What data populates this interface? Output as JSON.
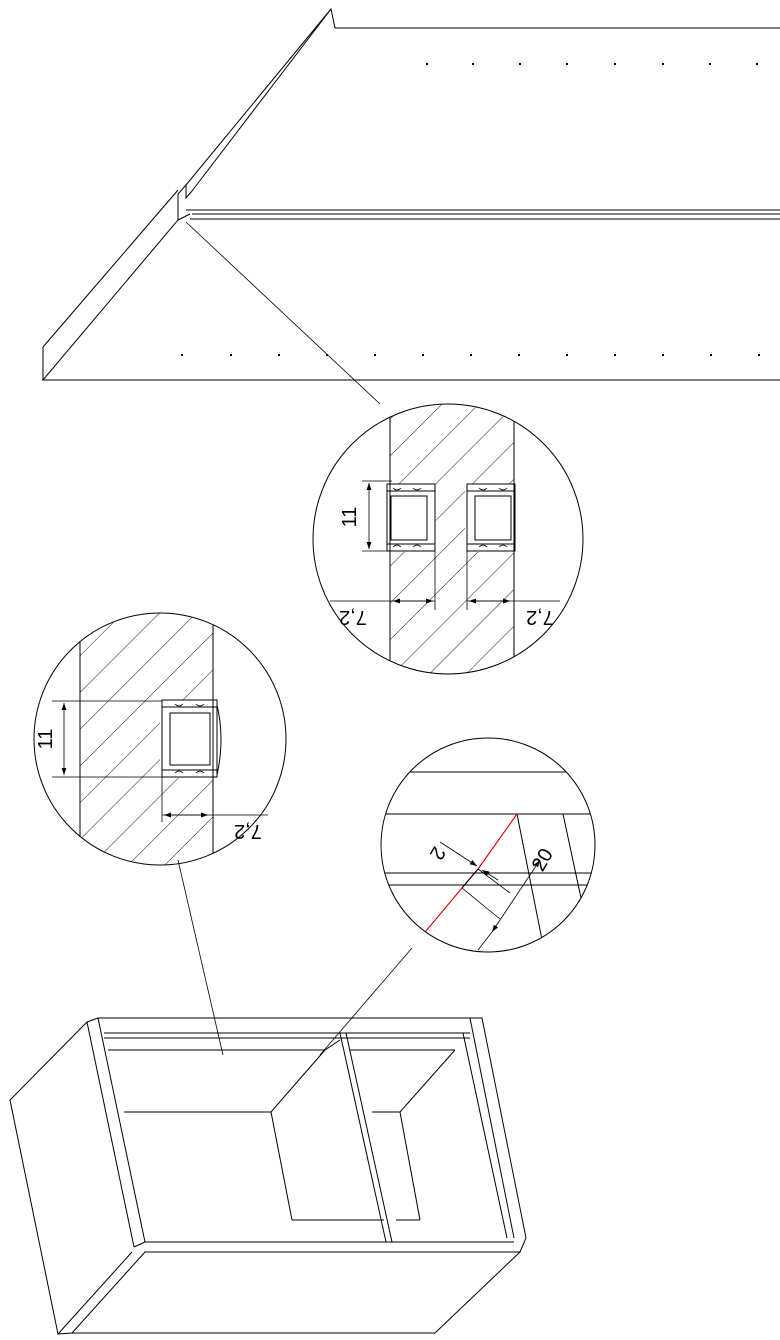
{
  "drawing": {
    "dimensions": {
      "detail_a_height": "11",
      "detail_a_left_offset": "7,2",
      "detail_a_right_offset": "7,2",
      "detail_b_height": "11",
      "detail_b_offset": "7,2",
      "detail_c_small": "2",
      "detail_c_large": "20"
    },
    "colors": {
      "line": "#000000",
      "cut_line": "#e00000",
      "background": "#ffffff"
    }
  }
}
